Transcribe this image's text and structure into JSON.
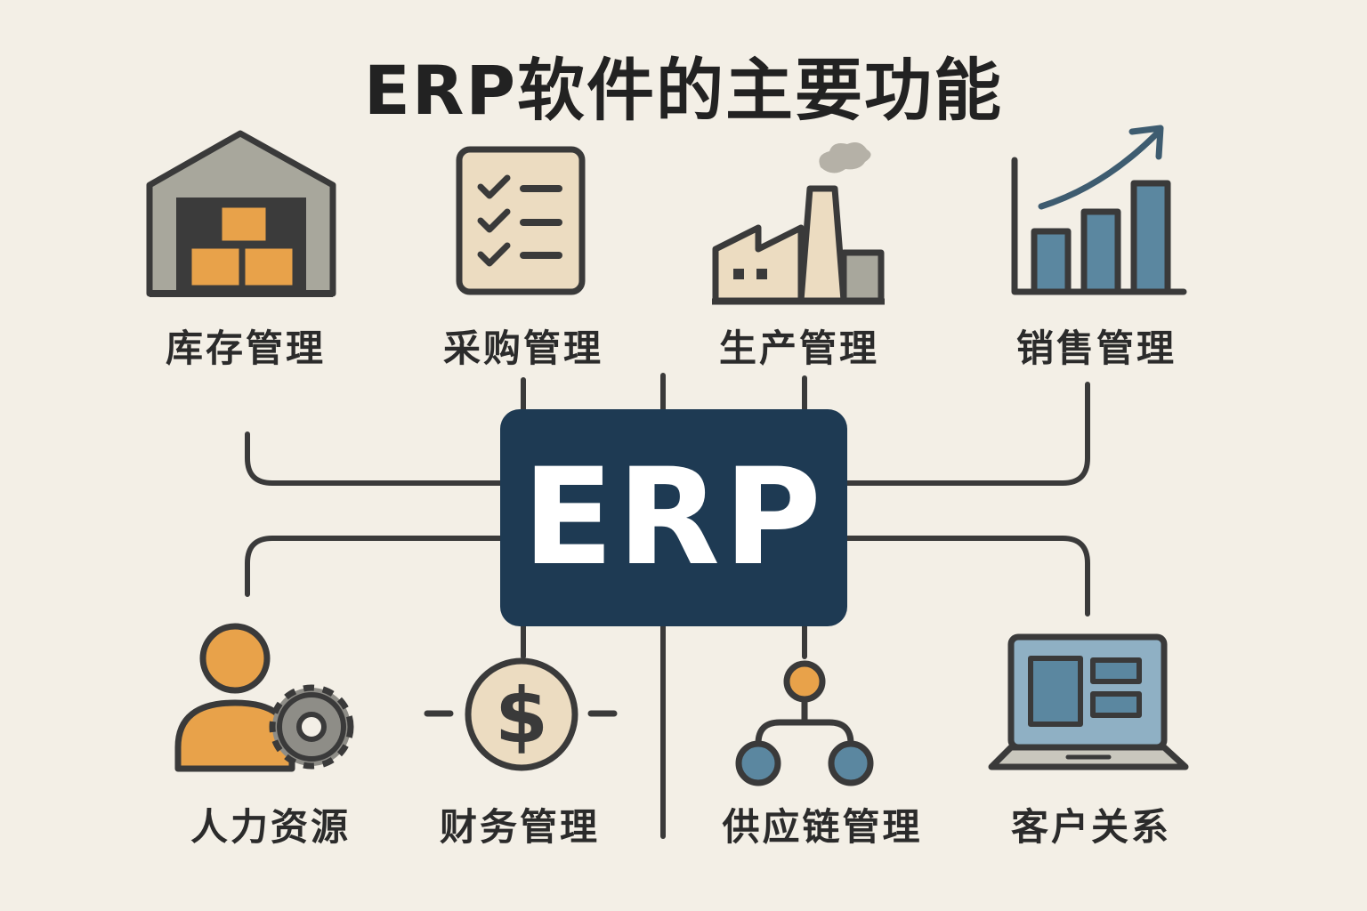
{
  "title": "ERP软件的主要功能",
  "center": "ERP",
  "modules": {
    "inventory": "库存管理",
    "purchasing": "采购管理",
    "production": "生产管理",
    "sales": "销售管理",
    "hr": "人力资源",
    "finance": "财务管理",
    "supply_chain": "供应链管理",
    "crm": "客户关系"
  },
  "icons": [
    "warehouse-icon",
    "checklist-icon",
    "factory-icon",
    "bar-chart-icon",
    "person-gear-icon",
    "dollar-coin-icon",
    "hierarchy-icon",
    "laptop-icon"
  ],
  "colors": {
    "background": "#f3efe6",
    "center_box": "#1e3a53",
    "orange": "#e8a24a",
    "steel_blue": "#5b87a0",
    "stroke": "#3a3a3a"
  }
}
